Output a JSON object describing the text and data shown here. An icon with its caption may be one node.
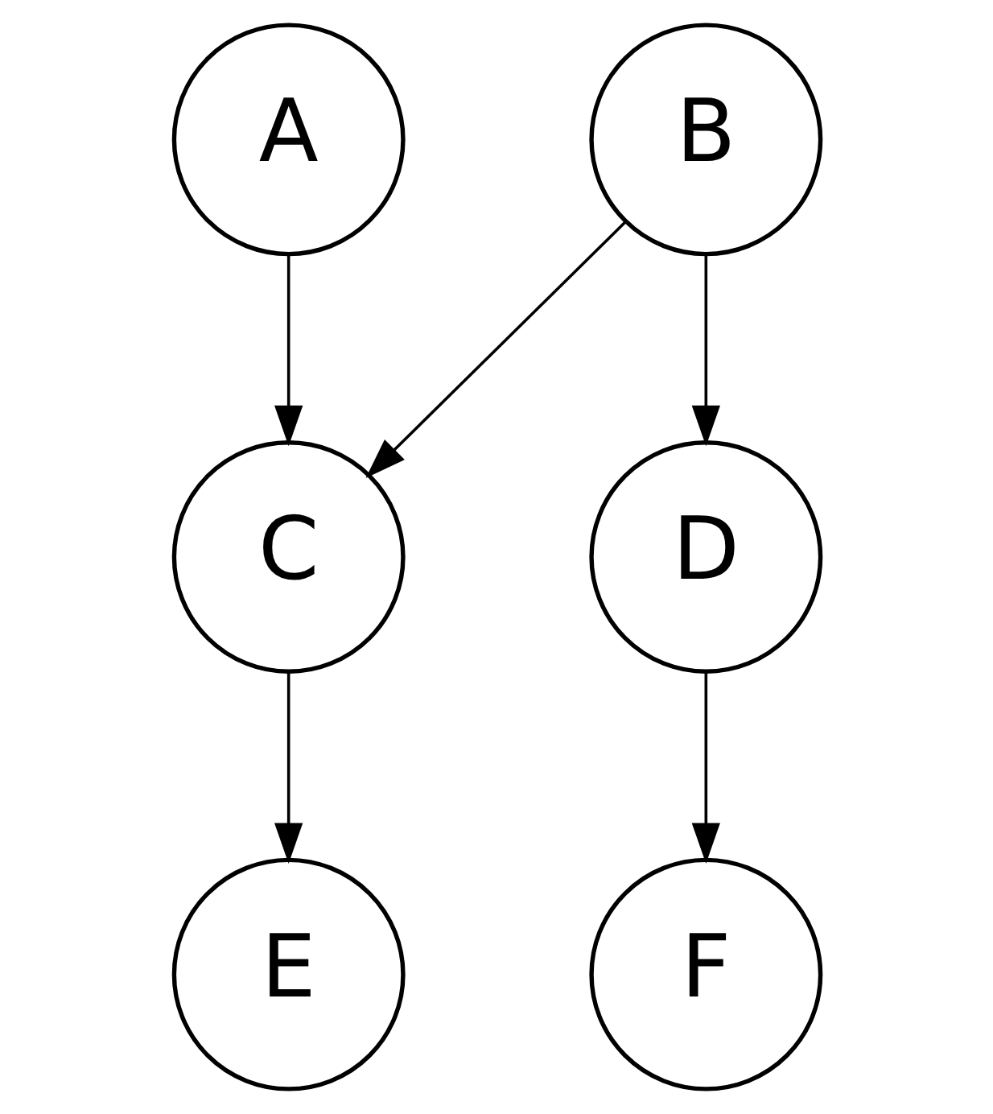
{
  "diagram": {
    "nodes": [
      {
        "text": [
          "A"
        ]
      },
      {
        "text": [
          "B"
        ]
      },
      {
        "text": [
          "C"
        ]
      },
      {
        "text": [
          "D"
        ]
      },
      {
        "text": [
          "E"
        ]
      },
      {
        "text": [
          "F"
        ]
      }
    ],
    "edges": [
      {
        "from": 0,
        "to": 2,
        "arrow": "to"
      },
      {
        "from": 1,
        "to": 2,
        "arrow": "to"
      },
      {
        "from": 1,
        "to": 3,
        "arrow": "to"
      },
      {
        "from": 2,
        "to": 4,
        "arrow": "to"
      },
      {
        "from": 3,
        "to": 5,
        "arrow": "to"
      }
    ]
  }
}
